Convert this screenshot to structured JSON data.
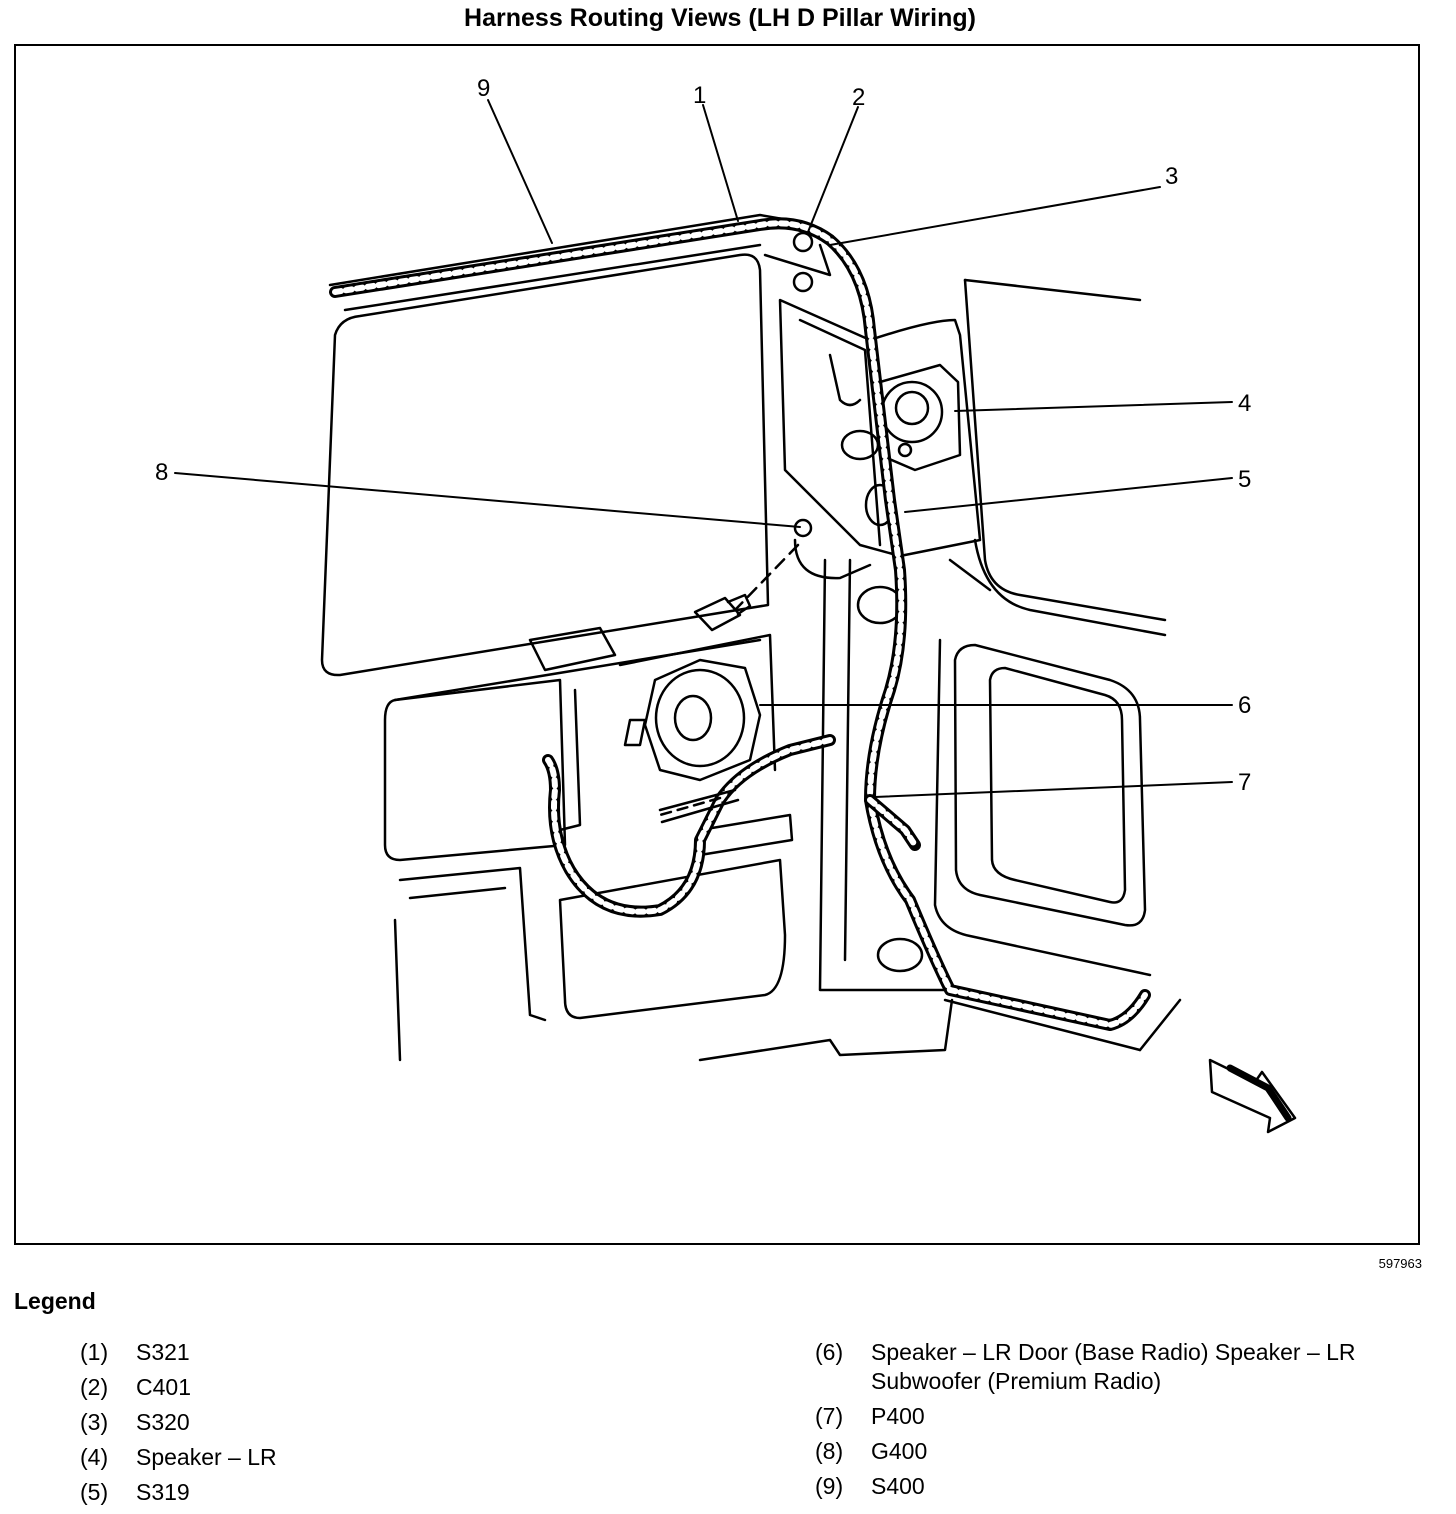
{
  "title": "Harness Routing Views (LH D Pillar Wiring)",
  "figure_id": "597963",
  "legend_title": "Legend",
  "callouts": [
    "9",
    "1",
    "2",
    "3",
    "4",
    "8",
    "5",
    "6",
    "7"
  ],
  "legend": [
    {
      "num": "(1)",
      "text": "S321"
    },
    {
      "num": "(2)",
      "text": "C401"
    },
    {
      "num": "(3)",
      "text": "S320"
    },
    {
      "num": "(4)",
      "text": "Speaker – LR"
    },
    {
      "num": "(5)",
      "text": "S319"
    },
    {
      "num": "(6)",
      "text": "Speaker – LR Door (Base Radio) Speaker – LR Subwoofer (Premium Radio)"
    },
    {
      "num": "(7)",
      "text": "P400"
    },
    {
      "num": "(8)",
      "text": "G400"
    },
    {
      "num": "(9)",
      "text": "S400"
    }
  ]
}
